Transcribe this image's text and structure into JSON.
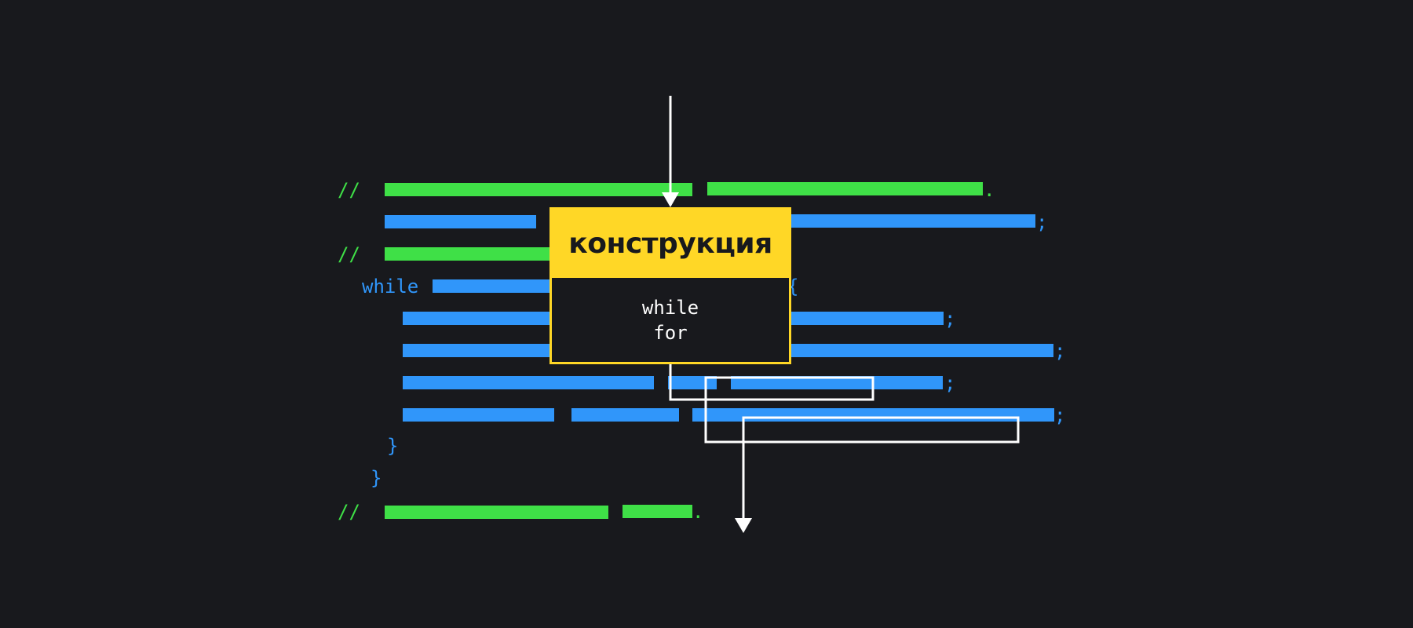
{
  "colors": {
    "background": "#18191d",
    "comment_green": "#3fe047",
    "code_blue": "#3096fa",
    "accent_yellow": "#ffd726",
    "arrow_white": "#ffffff"
  },
  "code": {
    "comment_mark": "//",
    "keyword": "while",
    "open_brace": "{",
    "close_brace": "}",
    "semicolon": ";",
    "period": "."
  },
  "card": {
    "title": "конструкция",
    "keywords": [
      "while",
      "for"
    ]
  }
}
